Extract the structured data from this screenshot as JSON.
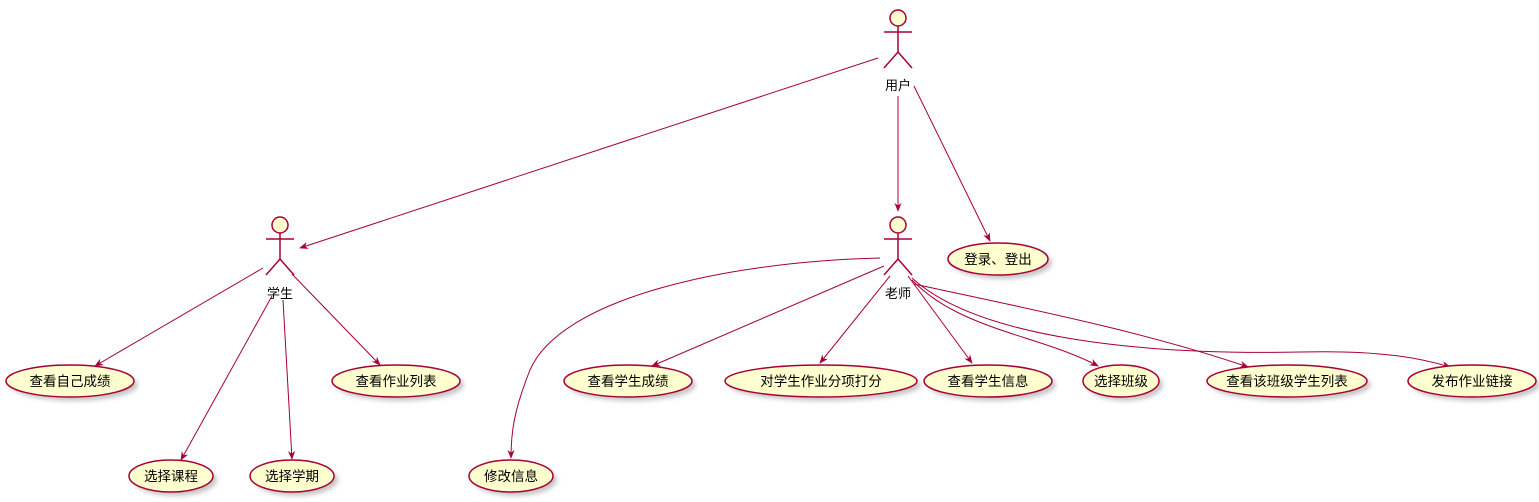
{
  "actors": {
    "user": "用户",
    "student": "学生",
    "teacher": "老师"
  },
  "use_cases": {
    "login_logout": "登录、登出",
    "view_own_grades": "查看自己成绩",
    "select_course": "选择课程",
    "select_term": "选择学期",
    "view_homework_list": "查看作业列表",
    "edit_info": "修改信息",
    "view_student_grades": "查看学生成绩",
    "grade_homework_items": "对学生作业分项打分",
    "view_student_info": "查看学生信息",
    "select_class": "选择班级",
    "view_class_student_list": "查看该班级学生列表",
    "publish_homework_link": "发布作业链接"
  },
  "colors": {
    "stroke": "#A80036",
    "fill": "#FEFECE"
  }
}
